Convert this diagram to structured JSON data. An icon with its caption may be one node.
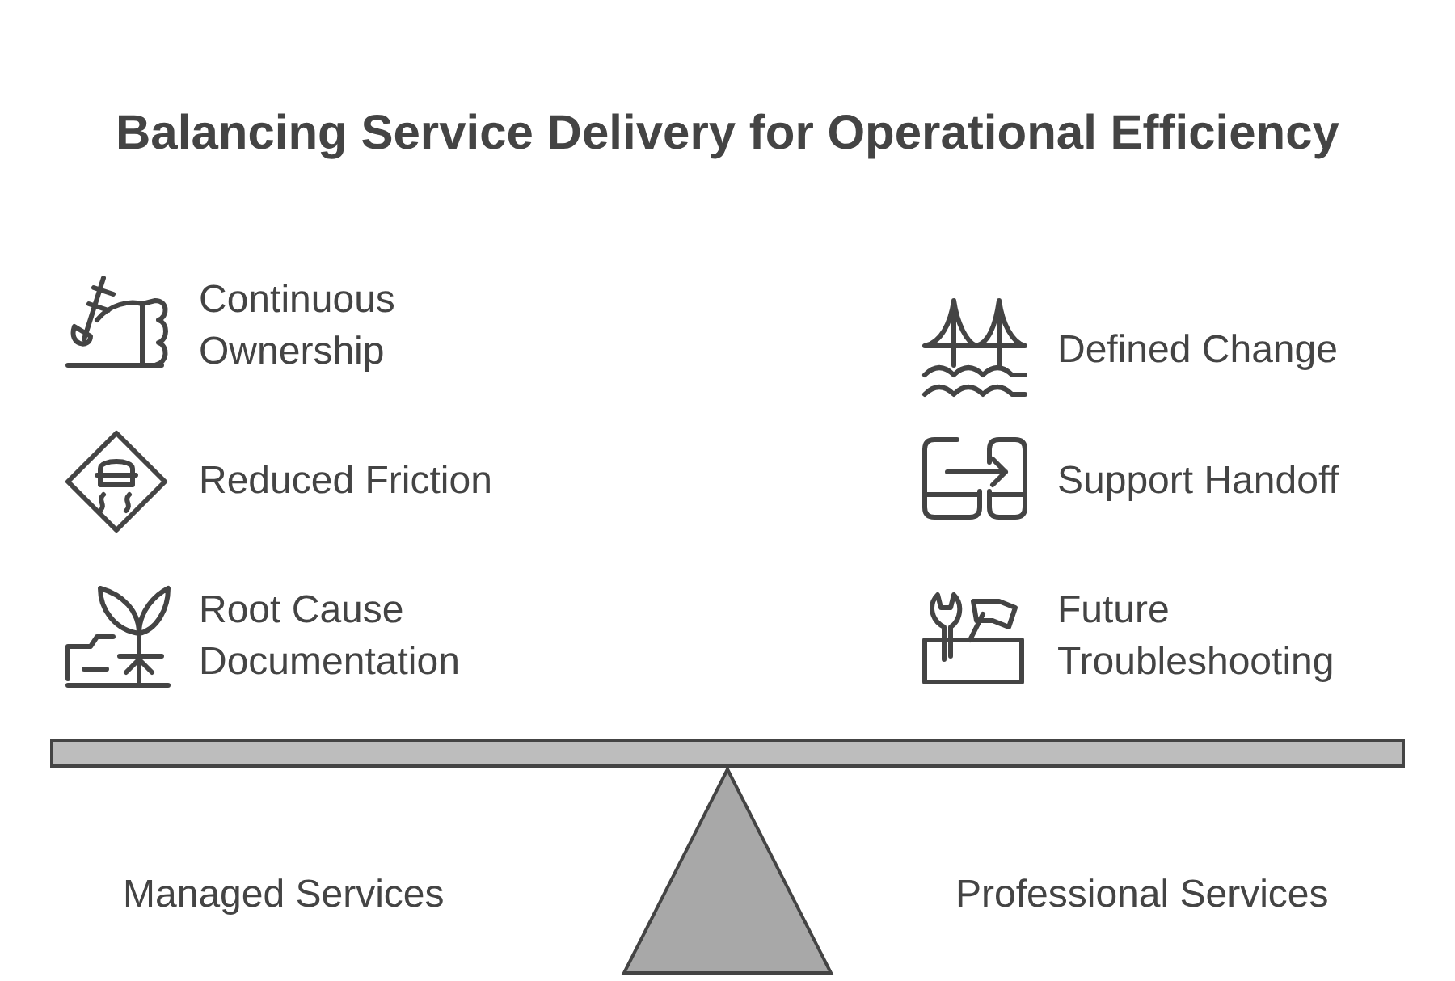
{
  "diagram": {
    "title": "Balancing Service Delivery for Operational Efficiency",
    "labels": [
      "Continuous Ownership",
      "Defined Change",
      "Reduced Friction",
      "Support Handoff",
      "Root Cause Documentation",
      "Future Troubleshooting",
      "Managed Services",
      "Professional Services"
    ]
  }
}
